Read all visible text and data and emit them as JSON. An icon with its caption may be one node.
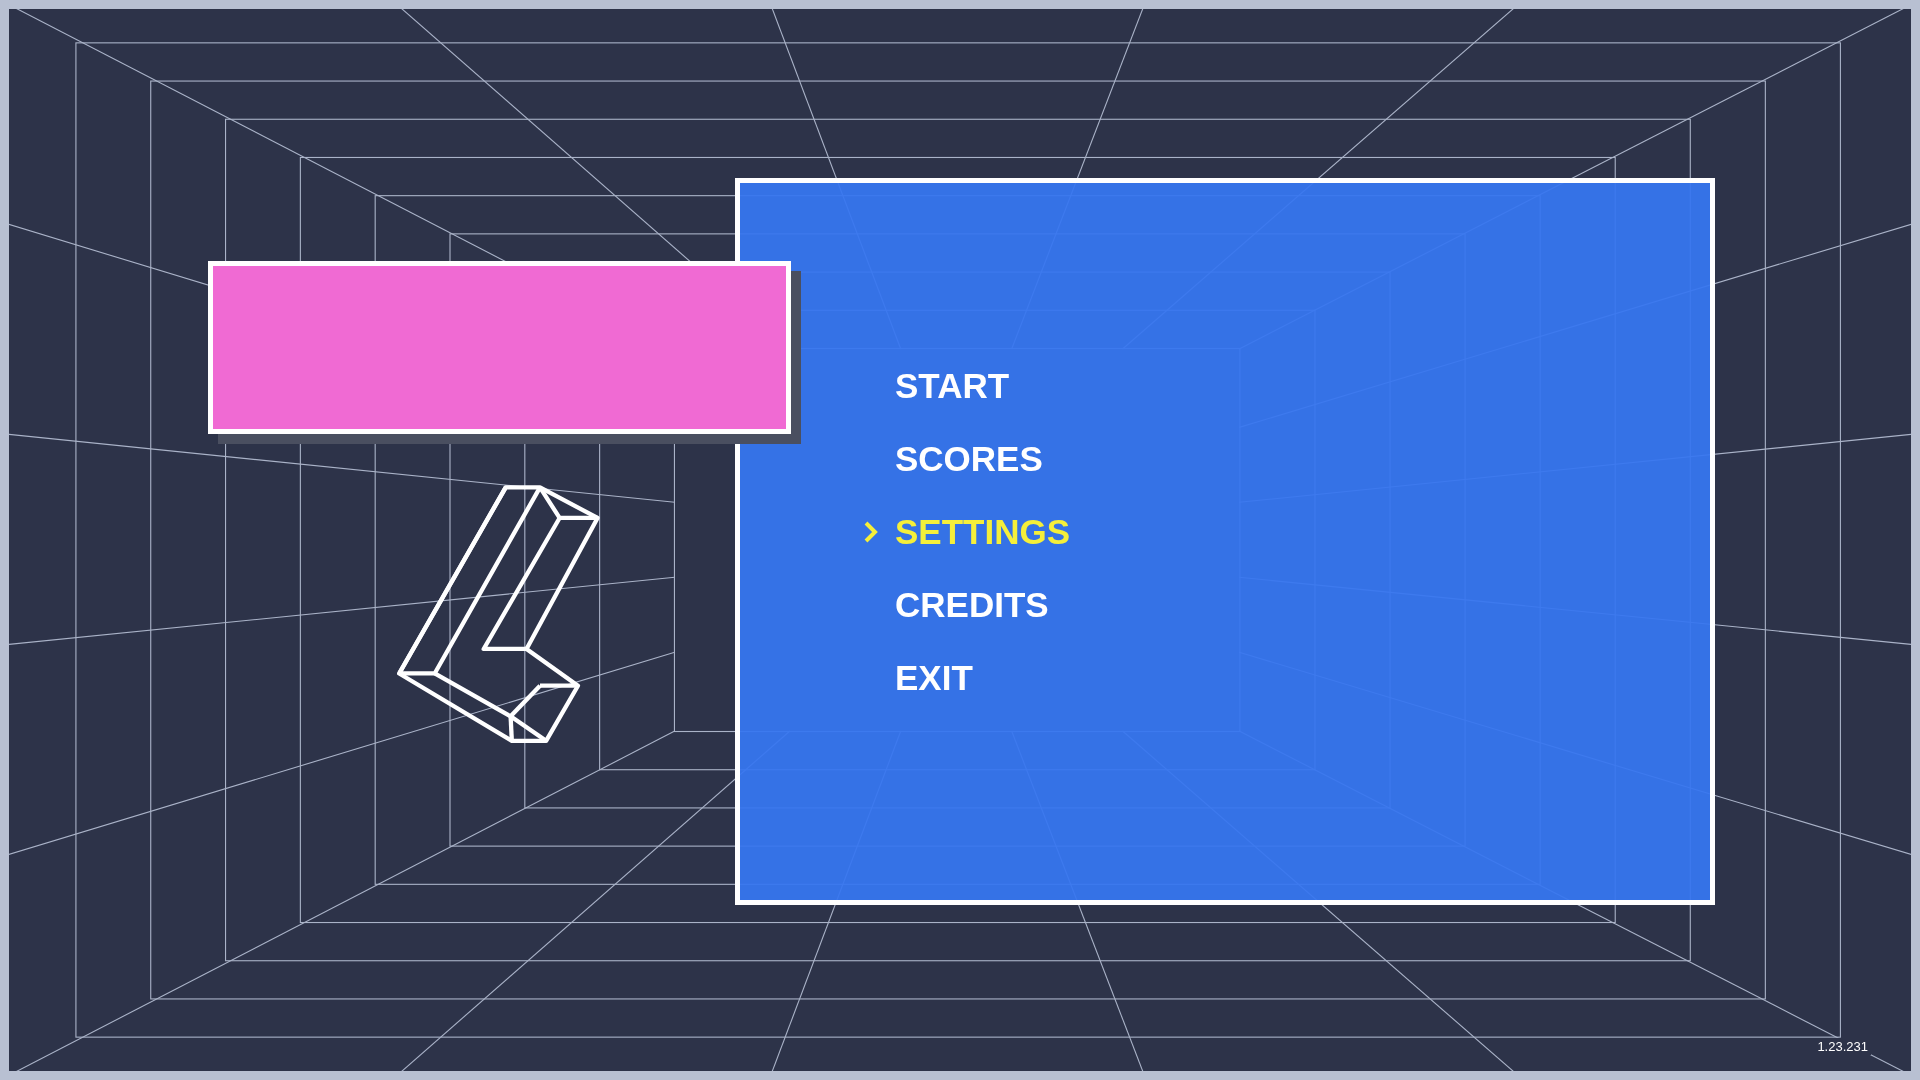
{
  "diagram": {
    "nodes": [
      {
        "text": [],
        "shape": "box"
      }
    ],
    "labels": [
      "START",
      "SCORES",
      "SETTINGS",
      "CREDITS",
      "EXIT",
      "1.23.231"
    ]
  }
}
